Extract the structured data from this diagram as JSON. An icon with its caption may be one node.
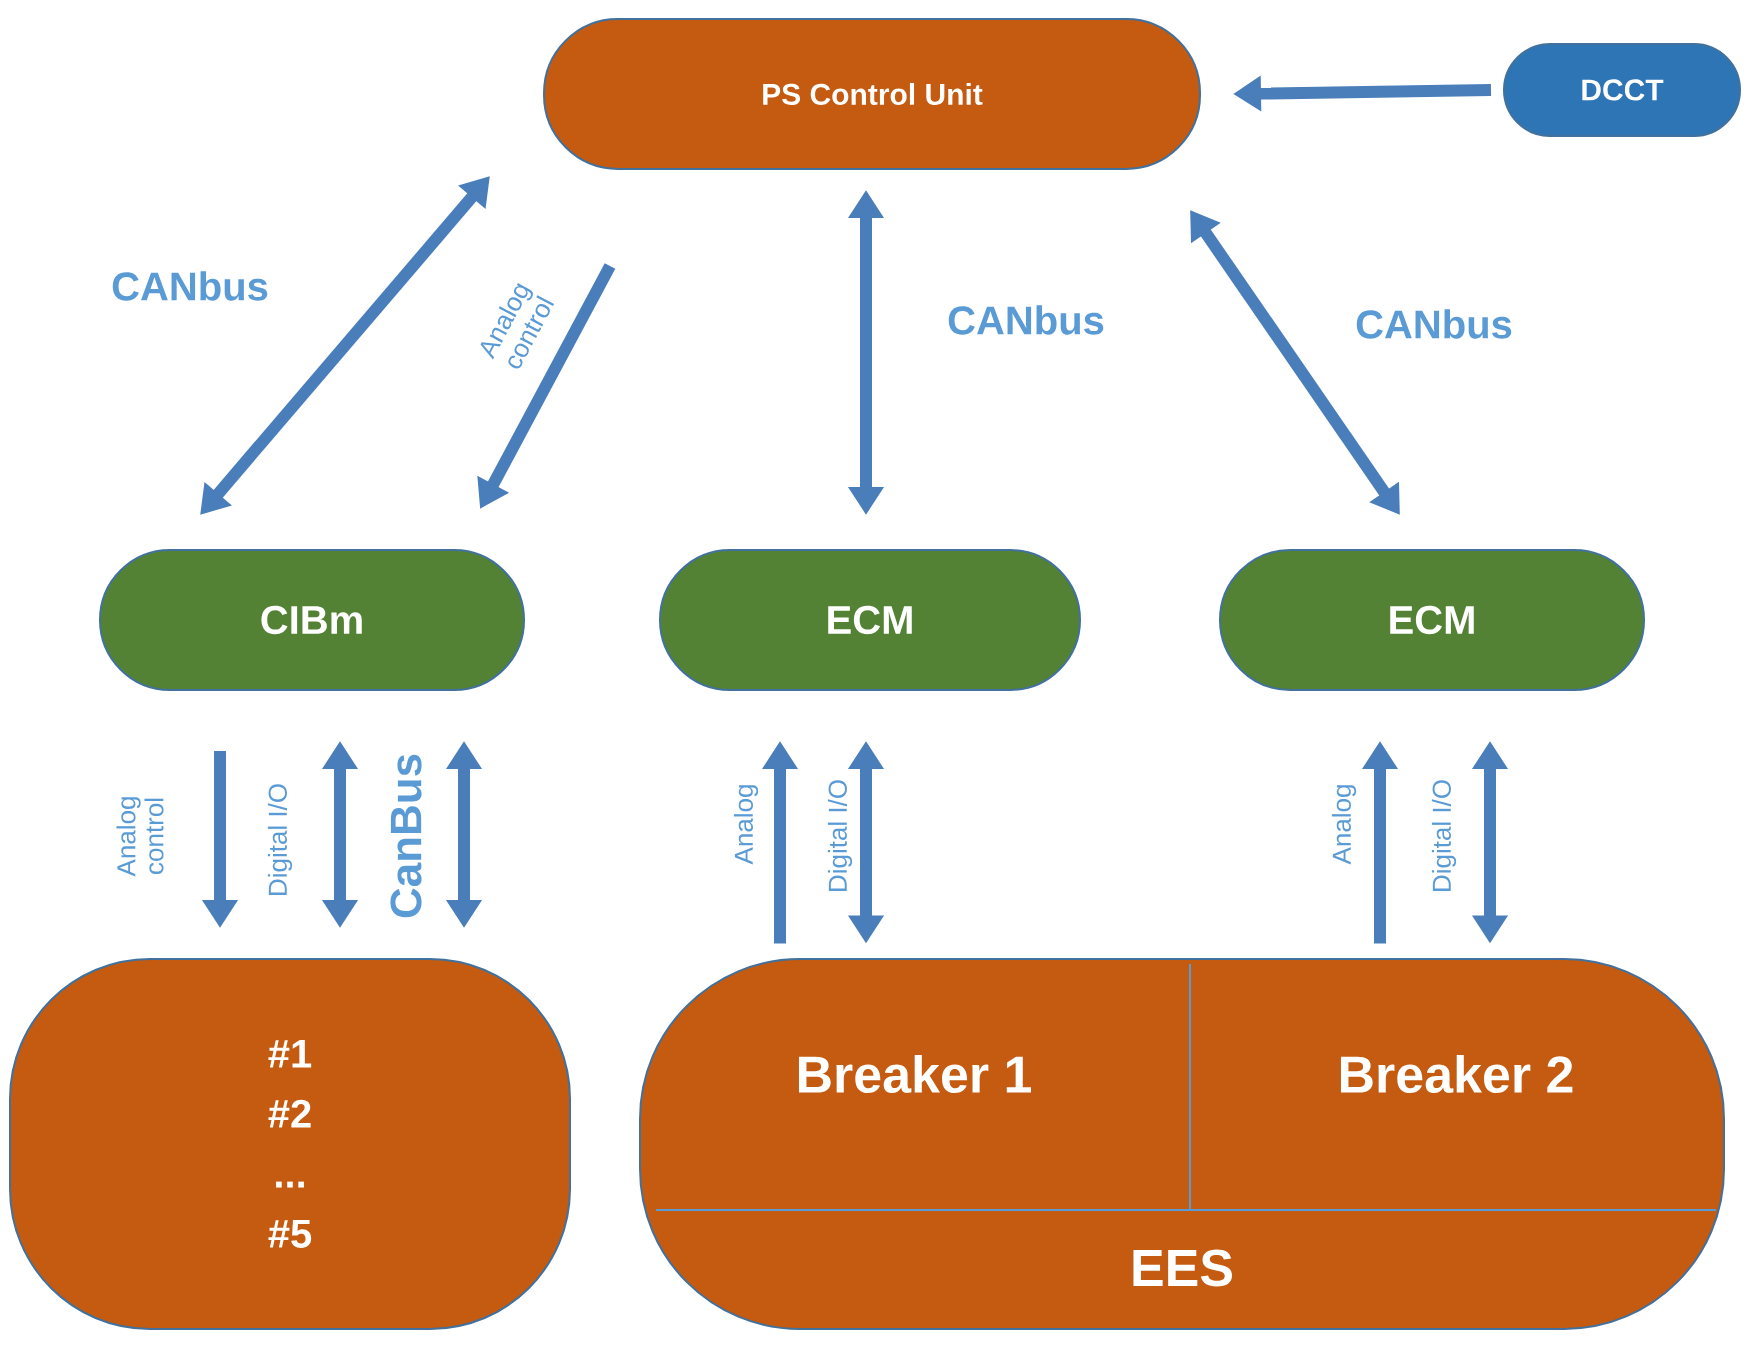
{
  "diagram": {
    "nodes": [
      {
        "text": [
          "PS Control Unit"
        ]
      },
      {
        "text": [
          "DCCT"
        ]
      },
      {
        "text": [
          "CIBm"
        ]
      },
      {
        "text": [
          "ECM"
        ]
      },
      {
        "text": [
          "ECM"
        ]
      },
      {
        "text": [
          "#1",
          "#2",
          "...",
          "#5"
        ]
      },
      {
        "text": [],
        "shape": "box"
      },
      {
        "text": [
          "Breaker 1"
        ],
        "in": 6
      },
      {
        "text": [
          "Breaker 2"
        ],
        "in": 6
      },
      {
        "text": [
          "EES"
        ],
        "in": 6
      }
    ],
    "edges": [
      {
        "from": 1,
        "to": 0,
        "arrow": "to"
      },
      {
        "from": 0,
        "to": 2,
        "arrow": "both",
        "label": "CANbus"
      },
      {
        "from": 0,
        "to": 2,
        "arrow": "to",
        "label": "Analog control"
      },
      {
        "from": 0,
        "to": 3,
        "arrow": "both",
        "label": "CANbus"
      },
      {
        "from": 0,
        "to": 4,
        "arrow": "both",
        "label": "CANbus"
      },
      {
        "from": 2,
        "to": 5,
        "arrow": "to",
        "label": "Analog control"
      },
      {
        "from": 5,
        "to": 2,
        "arrow": "both",
        "label": "Digital I/O"
      },
      {
        "from": 5,
        "to": 2,
        "arrow": "both",
        "label": "CanBus"
      },
      {
        "from": 7,
        "to": 3,
        "arrow": "to",
        "label": "Analog"
      },
      {
        "from": 7,
        "to": 3,
        "arrow": "both",
        "label": "Digital I/O"
      },
      {
        "from": 8,
        "to": 4,
        "arrow": "to",
        "label": "Analog"
      },
      {
        "from": 8,
        "to": 4,
        "arrow": "both",
        "label": "Digital I/O"
      }
    ]
  }
}
